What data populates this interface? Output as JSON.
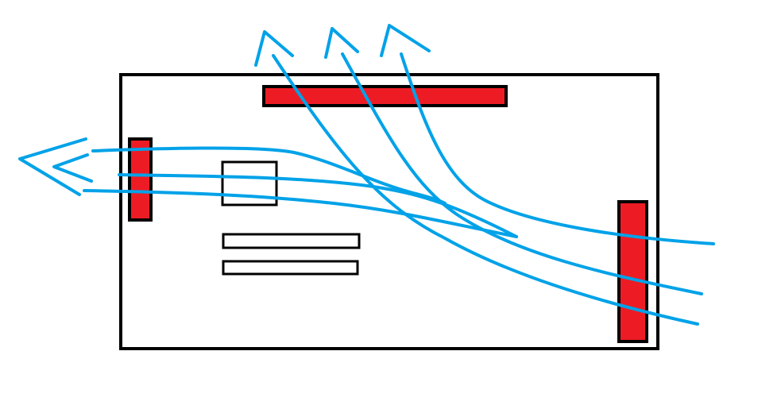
{
  "diagram": {
    "colors": {
      "background": "#ffffff",
      "outline": "#000000",
      "heat_source": "#ed1c24",
      "airflow": "#00a2e8"
    },
    "components": [
      {
        "name": "board-outline",
        "kind": "outline"
      },
      {
        "name": "top-red-component",
        "kind": "red"
      },
      {
        "name": "left-red-component",
        "kind": "red"
      },
      {
        "name": "right-red-component",
        "kind": "red"
      },
      {
        "name": "square-component",
        "kind": "white"
      },
      {
        "name": "upper-slot-component",
        "kind": "white"
      },
      {
        "name": "lower-slot-component",
        "kind": "white"
      }
    ],
    "airflow": {
      "horizontal_count": 3,
      "horizontal_direction": "left",
      "diagonal_count": 3,
      "diagonal_direction": "up"
    }
  }
}
